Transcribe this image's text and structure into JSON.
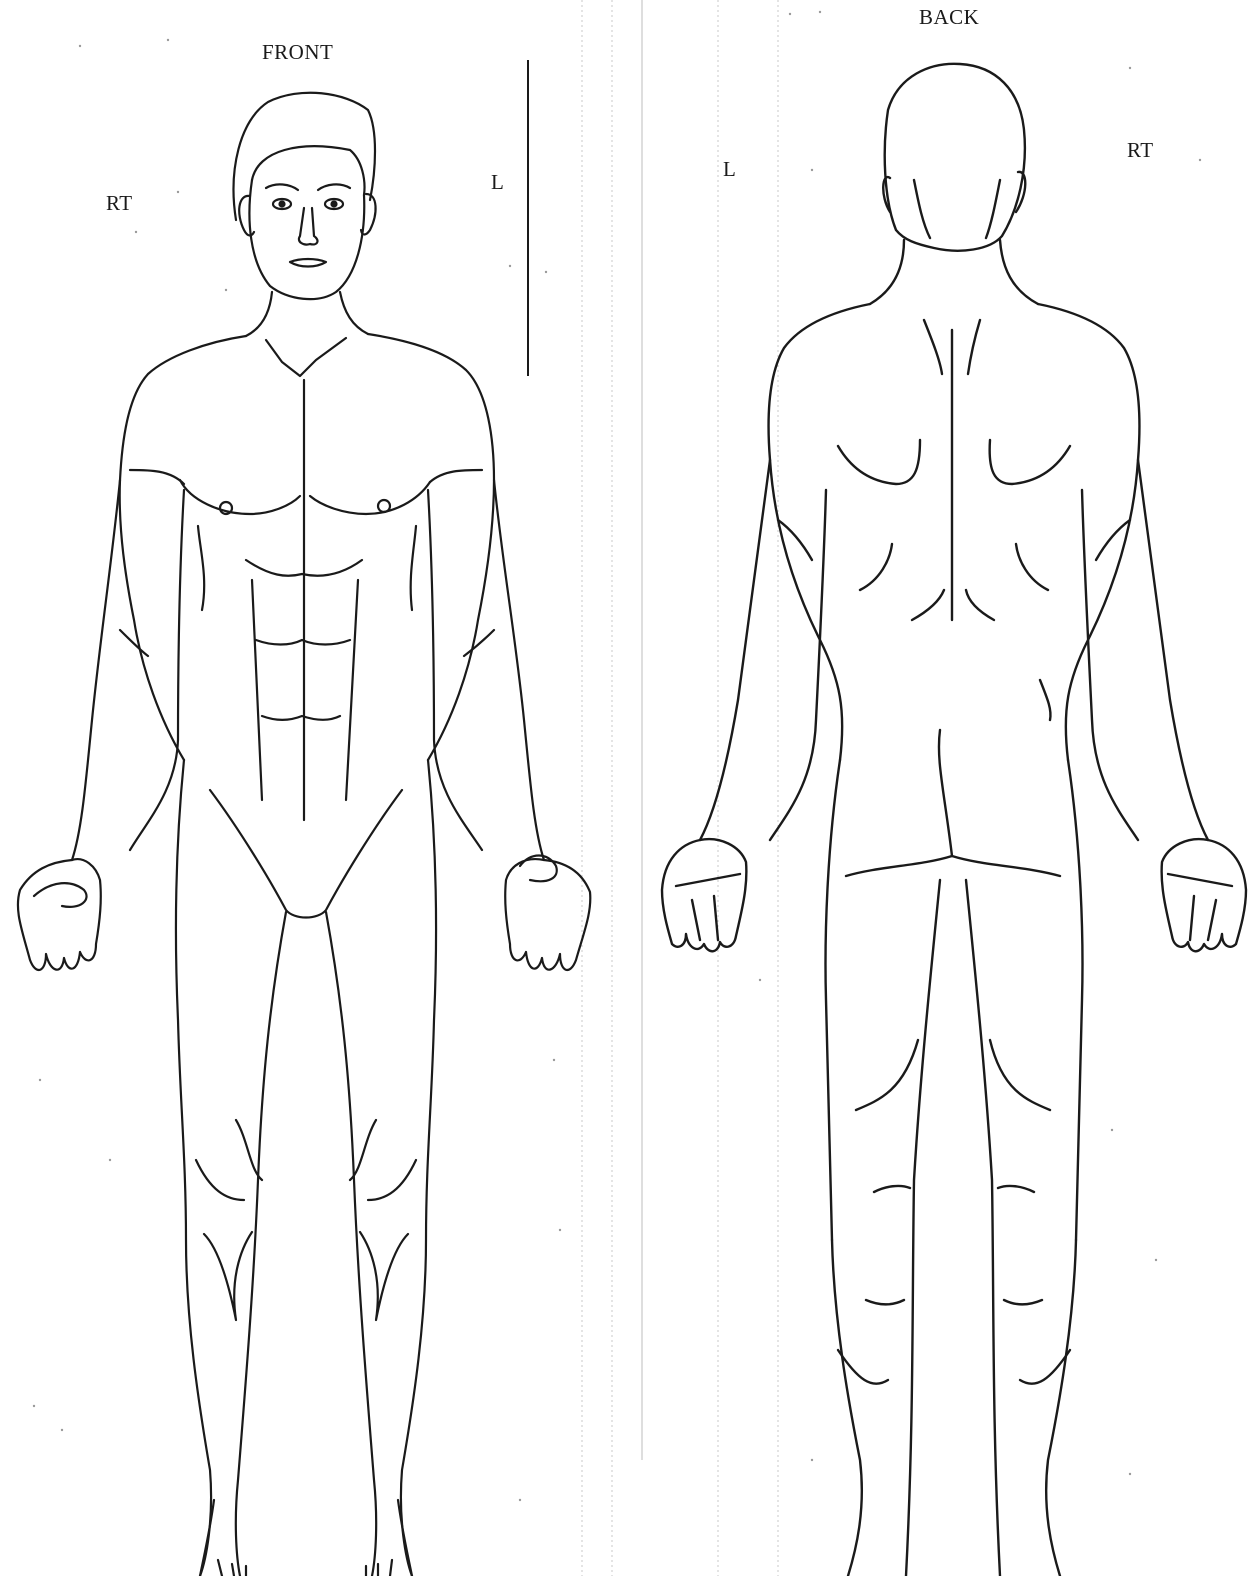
{
  "labels": {
    "front_title": "FRONT",
    "back_title": "BACK",
    "front_right_side": "RT",
    "front_left_side": "L",
    "back_left_side": "L",
    "back_right_side": "RT"
  },
  "colors": {
    "ink": "#1a1a1a",
    "paper": "#ffffff",
    "speckle": "#9a9a9a"
  }
}
